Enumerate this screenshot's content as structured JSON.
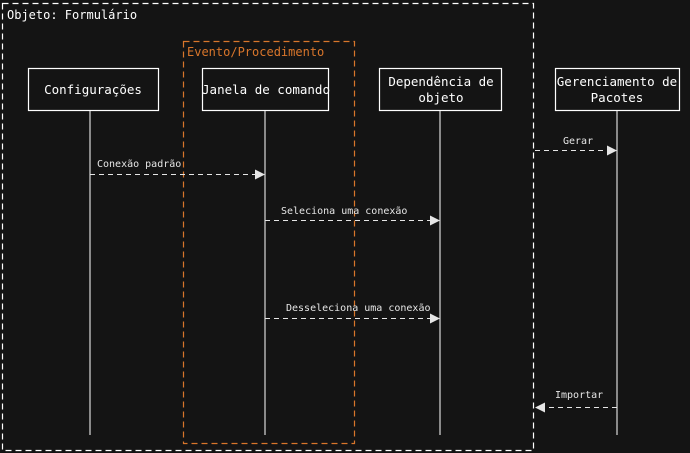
{
  "frames": {
    "outer": {
      "title": "Objeto: Formulário"
    },
    "inner": {
      "title": "Evento/Procedimento"
    }
  },
  "colors": {
    "background": "#141414",
    "line": "#ffffff",
    "accent": "#d9762b"
  },
  "actors": [
    {
      "id": "configuracoes",
      "lines": [
        "Configurações"
      ]
    },
    {
      "id": "janela",
      "lines": [
        "Janela de comando"
      ]
    },
    {
      "id": "dependencia",
      "lines": [
        "Dependência de",
        "objeto"
      ]
    },
    {
      "id": "gerenciamento",
      "lines": [
        "Gerenciamento de",
        "Pacotes"
      ]
    }
  ],
  "messages": [
    {
      "from": "configuracoes",
      "to": "janela",
      "label": "Conexão padrão"
    },
    {
      "from": "janela",
      "to": "dependencia",
      "label": "Seleciona uma conexão"
    },
    {
      "from": "janela",
      "to": "dependencia",
      "label": "Desseleciona uma conexão"
    },
    {
      "from": "outer-frame",
      "to": "gerenciamento",
      "label": "Gerar"
    },
    {
      "from": "gerenciamento",
      "to": "outer-frame",
      "label": "Importar"
    }
  ]
}
